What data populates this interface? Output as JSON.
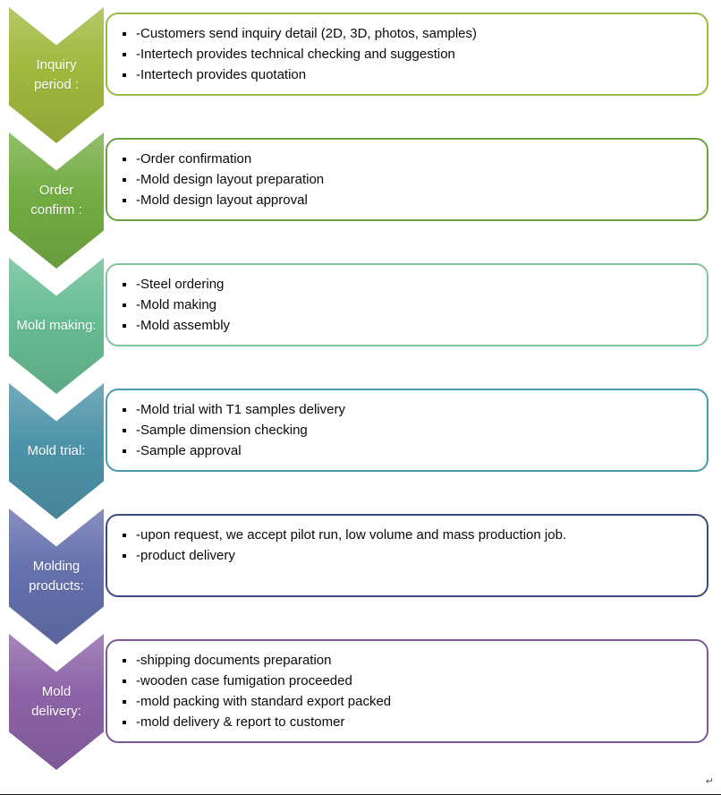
{
  "steps": [
    {
      "label": "Inquiry period :",
      "chevron_color": "#a0b93e",
      "box_border_color": "#9bb944",
      "items": [
        "-Customers send inquiry detail (2D, 3D, photos, samples)",
        "-Intertech provides technical checking and suggestion",
        "-Intertech provides quotation"
      ]
    },
    {
      "label": "Order confirm :",
      "chevron_color": "#73ad43",
      "box_border_color": "#69a33e",
      "items": [
        "-Order confirmation",
        "-Mold design layout preparation",
        "-Mold design layout approval"
      ]
    },
    {
      "label": "Mold making:",
      "chevron_color": "#67bd93",
      "box_border_color": "#80c59c",
      "items": [
        "-Steel ordering",
        "-Mold making",
        "-Mold assembly"
      ]
    },
    {
      "label": "Mold trial:",
      "chevron_color": "#4d93a9",
      "box_border_color": "#4a9ab0",
      "items": [
        "-Mold trial with T1 samples delivery",
        "-Sample dimension checking",
        "-Sample approval"
      ]
    },
    {
      "label": "Molding products:",
      "chevron_color": "#6570ad",
      "box_border_color": "#3d4a82",
      "items": [
        "-upon request, we accept pilot run, low volume and mass production job.",
        "-product delivery"
      ]
    },
    {
      "label": "Mold delivery:",
      "chevron_color": "#8c63a7",
      "box_border_color": "#7b5898",
      "items": [
        "-shipping documents preparation",
        "-wooden case fumigation proceeded",
        "-mold packing with standard export packed",
        "-mold delivery & report to customer"
      ]
    }
  ],
  "footer": {
    "return_mark": "↵"
  }
}
